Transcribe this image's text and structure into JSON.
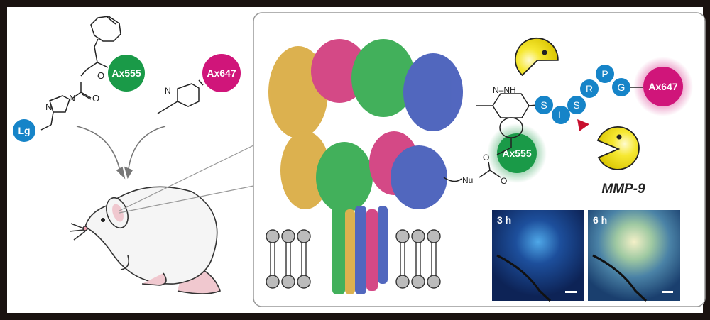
{
  "left": {
    "tco_label": "Ax555",
    "tetrazine_label": "Ax647",
    "ligand_label": "Lg",
    "atom_labels": {
      "imidazole_n1": "N",
      "imidazole_n2": "N",
      "ester_o": "O",
      "carbonyl_o": "O",
      "tz_n": "N"
    }
  },
  "right": {
    "peptide": [
      "S",
      "L",
      "S",
      "R",
      "P",
      "G"
    ],
    "acceptor_label": "Ax647",
    "donor_label": "Ax555",
    "nucleophile_label": "Nu",
    "pyridazine_label": "N–NH",
    "ester_o": "O",
    "carbonyl_o": "O",
    "enzyme_label": "MMP-9",
    "micrographs": [
      {
        "label": "3 h"
      },
      {
        "label": "6 h"
      }
    ]
  },
  "colors": {
    "green": "#1a9a48",
    "magenta": "#d0157a",
    "blue": "#1684c8",
    "yellow": "#f2e22a",
    "red": "#c8102e"
  }
}
